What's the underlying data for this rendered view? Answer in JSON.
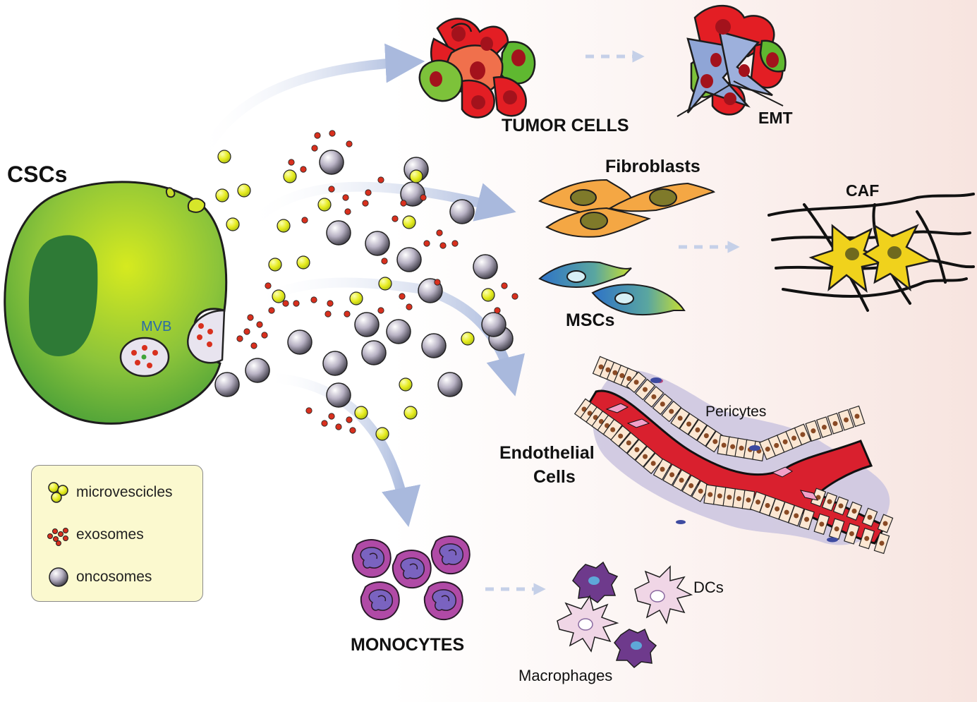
{
  "labels": {
    "cscs": "CSCs",
    "mvb": "MVB",
    "tumor_cells": "TUMOR CELLS",
    "emt": "EMT",
    "fibroblasts": "Fibroblasts",
    "caf": "CAF",
    "mscs": "MSCs",
    "pericytes": "Pericytes",
    "endothelial_line1": "Endothelial",
    "endothelial_line2": "Cells",
    "monocytes": "MONOCYTES",
    "dcs": "DCs",
    "macrophages": "Macrophages"
  },
  "legend": {
    "items": [
      {
        "label": "microvescicles",
        "icon": "microvesicle-icon"
      },
      {
        "label": "exosomes",
        "icon": "exosome-icon"
      },
      {
        "label": "oncosomes",
        "icon": "oncosome-icon"
      }
    ]
  },
  "colors": {
    "csc_green": "#7dbb2a",
    "nucleus_green": "#2e7a36",
    "microvesicle_yellow": "#e3e81a",
    "exosome_red": "#d8301e",
    "oncosome_grey": "#5e5a6a",
    "tumor_red": "#e31e24",
    "fibroblast_orange": "#f4a744",
    "caf_yellow": "#f0d21c",
    "vessel_red": "#d9202e",
    "monocyte_purple": "#b04aa6",
    "arrow_blue": "#b8c6e2"
  }
}
